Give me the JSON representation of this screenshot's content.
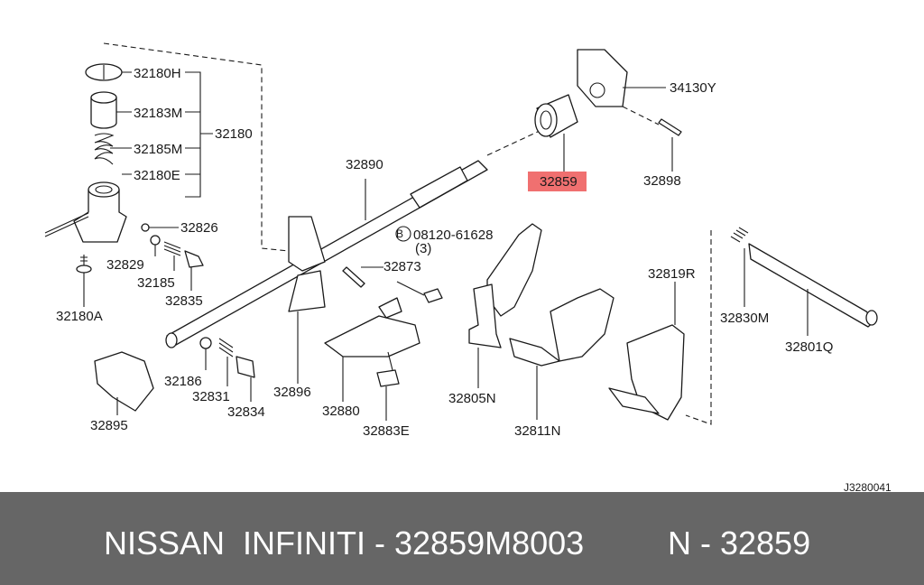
{
  "diagram": {
    "labels": {
      "p32180H": "32180H",
      "p32183M": "32183M",
      "p32185M": "32185M",
      "p32180E": "32180E",
      "p32180": "32180",
      "p32826": "32826",
      "p32829": "32829",
      "p32185": "32185",
      "p32835": "32835",
      "p32180A": "32180A",
      "p32890": "32890",
      "p32859": "32859",
      "p34130Y": "34130Y",
      "p32898": "32898",
      "bolt": "08120-61628",
      "bolt_badge": "B",
      "bolt_qty": "(3)",
      "p32873": "32873",
      "p32819R": "32819R",
      "p32830M": "32830M",
      "p32801Q": "32801Q",
      "p32186": "32186",
      "p32831": "32831",
      "p32834": "32834",
      "p32895": "32895",
      "p32896": "32896",
      "p32880": "32880",
      "p32883E": "32883E",
      "p32805N": "32805N",
      "p32811N": "32811N",
      "code": "J3280041"
    },
    "highlight_color": "#f07070"
  },
  "footer": {
    "left_text": "NISSAN  INFINITI - 32859M8003",
    "right_text": "N - 32859",
    "background": "#666666"
  }
}
